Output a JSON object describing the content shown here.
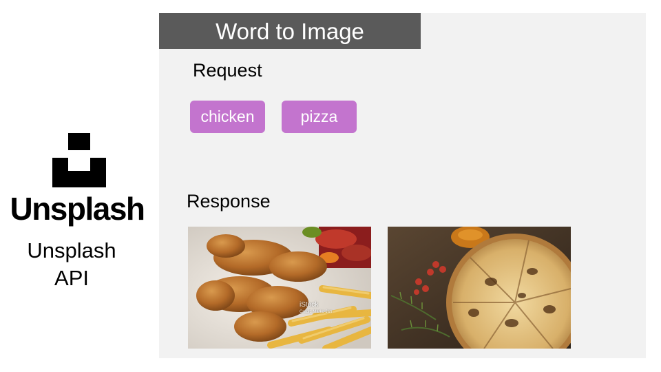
{
  "brand": {
    "logo_word": "Unsplash",
    "api_name_line1": "Unsplash",
    "api_name_line2": "API",
    "logo_icon": "unsplash-logo-icon"
  },
  "panel": {
    "title": "Word to Image",
    "request_label": "Request",
    "response_label": "Response",
    "request_chips": [
      "chicken",
      "pizza"
    ],
    "chip_color": "#c374ce",
    "title_bar_color": "#5a5a5a",
    "panel_bg": "#f2f2f2"
  },
  "results": [
    {
      "subject": "fried chicken with fries",
      "watermark": "iStock",
      "credit": "Credit: Marko Jan"
    },
    {
      "subject": "pizza"
    }
  ]
}
